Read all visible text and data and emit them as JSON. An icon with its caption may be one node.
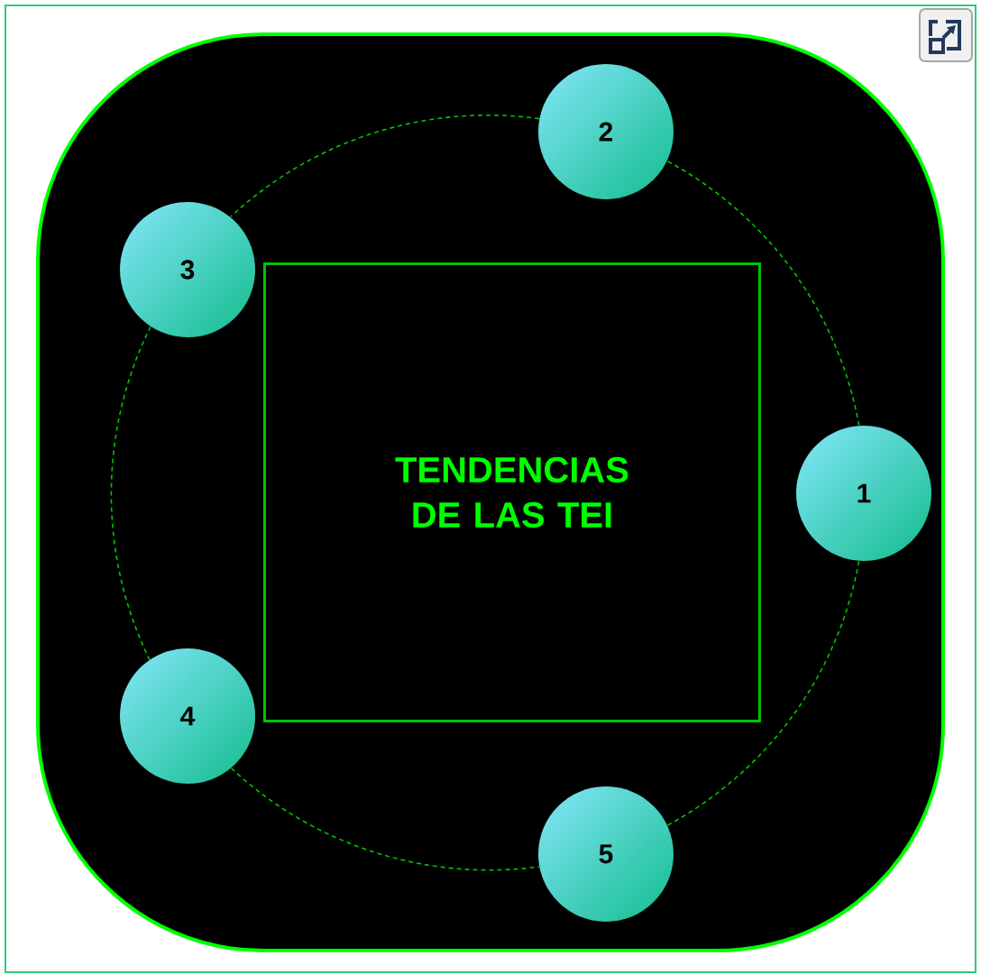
{
  "diagram": {
    "nodes": [
      {
        "text": [],
        "shape": "box"
      },
      {
        "text": [
          "TENDENCIAS DE LAS TEI"
        ],
        "in": 0
      },
      {
        "text": [
          "1"
        ],
        "in": 0
      },
      {
        "text": [
          "2"
        ],
        "in": 0
      },
      {
        "text": [
          "3"
        ],
        "in": 0
      },
      {
        "text": [
          "4"
        ],
        "in": 0
      },
      {
        "text": [
          "5"
        ],
        "in": 0
      }
    ],
    "edges": [
      {
        "from": 2,
        "to": 3,
        "arrow": "none",
        "style": "dashed"
      },
      {
        "from": 3,
        "to": 4,
        "arrow": "none",
        "style": "dashed"
      },
      {
        "from": 4,
        "to": 5,
        "arrow": "none",
        "style": "dashed"
      },
      {
        "from": 5,
        "to": 6,
        "arrow": "none",
        "style": "dashed"
      },
      {
        "from": 6,
        "to": 2,
        "arrow": "none",
        "style": "dashed"
      }
    ]
  }
}
